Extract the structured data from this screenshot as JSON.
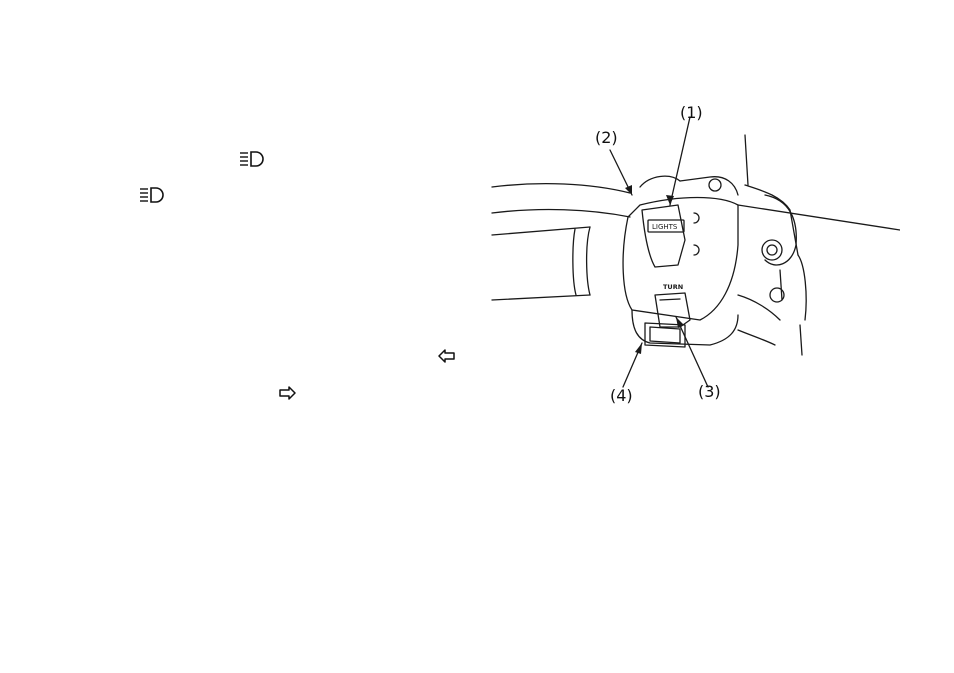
{
  "icons": {
    "high_beam_1": "high-beam-headlight-icon",
    "high_beam_2": "high-beam-headlight-icon",
    "left_arrow": "left-turn-arrow-icon",
    "right_arrow": "right-turn-arrow-icon"
  },
  "diagram": {
    "callouts": [
      "(1)",
      "(2)",
      "(3)",
      "(4)"
    ],
    "switch_labels": {
      "lights": "LIGHTS",
      "turn": "TURN"
    }
  },
  "colors": {
    "line": "#1a1a1a",
    "background": "#ffffff"
  }
}
